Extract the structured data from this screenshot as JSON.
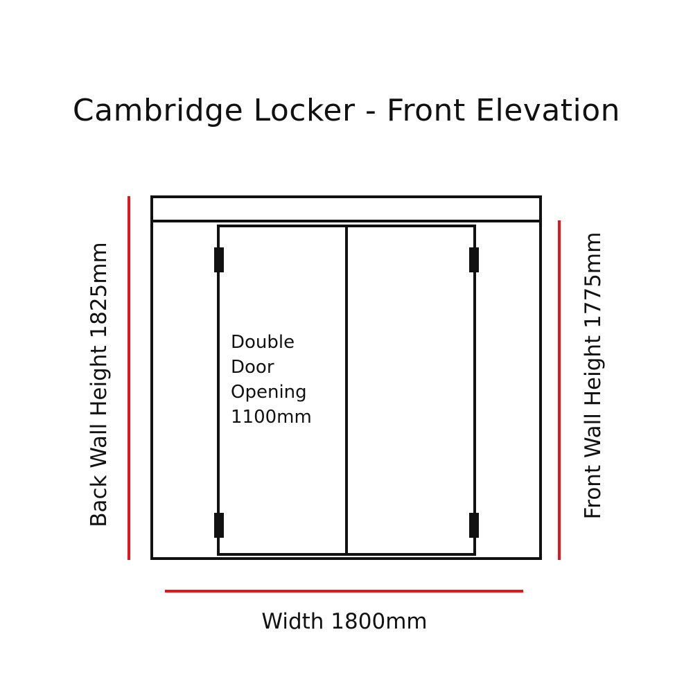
{
  "title": "Cambridge Locker - Front Elevation",
  "dimensions": {
    "back_wall": "Back Wall Height 1825mm",
    "front_wall": "Front Wall Height 1775mm",
    "width": "Width 1800mm",
    "door_opening": [
      "Double",
      "Door",
      "Opening",
      "1100mm"
    ]
  },
  "colors": {
    "outline": "#111111",
    "dimension_line": "#e8141b",
    "background": "#ffffff"
  }
}
